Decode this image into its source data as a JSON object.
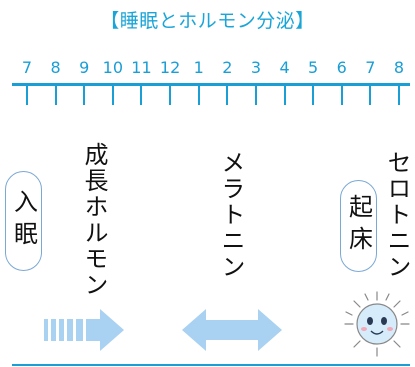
{
  "title": "【睡眠とホルモン分泌】",
  "hours": [
    "7",
    "8",
    "9",
    "10",
    "11",
    "12",
    "1",
    "2",
    "3",
    "4",
    "5",
    "6",
    "7",
    "8"
  ],
  "labels": {
    "sleep_onset": "入眠",
    "growth_hormone": "成長ホルモン",
    "melatonin": "メラトニン",
    "wake": "起床",
    "serotonin": "セロトニン"
  },
  "icons": {
    "growth_arrow": "striped-right-arrow-icon",
    "melatonin_arrow": "double-headed-arrow-icon",
    "sun": "smiling-sun-icon"
  },
  "colors": {
    "accent": "#1a9ed6",
    "title": "#1aa5d8",
    "arrow": "#a9d1f2",
    "pill_border": "#7ba9d6"
  }
}
